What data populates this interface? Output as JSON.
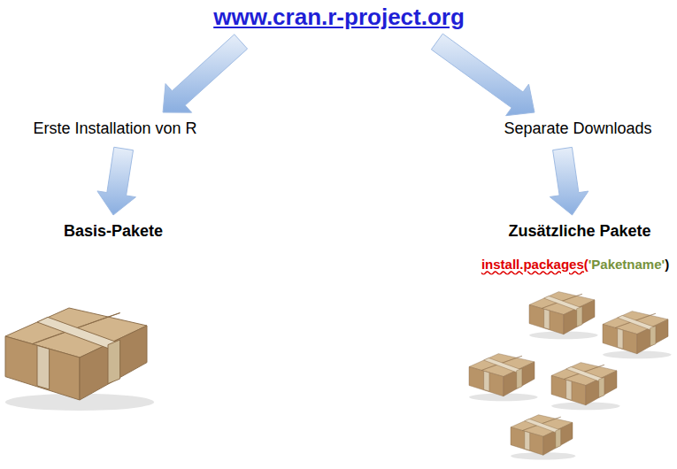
{
  "diagram": {
    "nodes": [
      {
        "text": [
          "www.cran.r-project.org"
        ]
      },
      {
        "text": [
          "Erste Installation von R"
        ]
      },
      {
        "text": [
          "Separate Downloads"
        ]
      },
      {
        "text": [
          "Basis-Pakete"
        ]
      },
      {
        "text": [
          "Zusätzliche Pakete"
        ]
      }
    ],
    "edges": [
      {
        "from": 0,
        "to": 1,
        "arrow": "to"
      },
      {
        "from": 0,
        "to": 2,
        "arrow": "to"
      },
      {
        "from": 1,
        "to": 3,
        "arrow": "to"
      },
      {
        "from": 2,
        "to": 4,
        "arrow": "to"
      }
    ],
    "labels": [
      "install.packages(",
      "'Paketname'",
      ")"
    ]
  }
}
